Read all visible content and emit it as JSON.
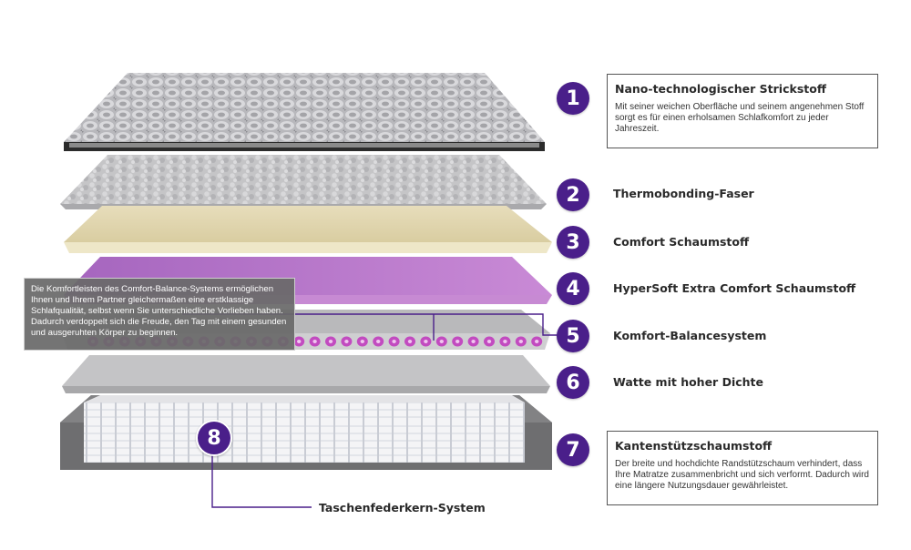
{
  "layers": [
    {
      "number": "1",
      "label": "Nano-technologischer Strickstoff",
      "description": "Mit seiner weichen Oberfläche und seinem angenehmen Stoff sorgt es für einen erholsamen Schlafkomfort zu jeder Jahreszeit."
    },
    {
      "number": "2",
      "label": "Thermobonding-Faser"
    },
    {
      "number": "3",
      "label": "Comfort Schaumstoff"
    },
    {
      "number": "4",
      "label": "HyperSoft Extra Comfort Schaumstoff"
    },
    {
      "number": "5",
      "label": "Komfort-Balancesystem"
    },
    {
      "number": "6",
      "label": "Watte mit hoher Dichte"
    },
    {
      "number": "7",
      "label": "Kantenstützschaumstoff",
      "description": "Der breite und hochdichte Randstützschaum verhindert, dass Ihre Matratze zusammenbricht und sich verformt. Dadurch wird eine längere Nutzungsdauer gewährleistet."
    },
    {
      "number": "8",
      "label": "Taschenfederkern-System"
    }
  ],
  "comfort_note": "Die Komfortleisten des Comfort-Balance-Systems ermöglichen Ihnen und Ihrem Partner gleichermaßen eine erstklassige Schlafqualität, selbst wenn Sie unterschiedliche Vorlieben haben. Dadurch verdoppelt sich die Freude, den Tag mit einem gesunden und ausgeruhten Körper zu beginnen.",
  "colors": {
    "badge": "#4a1f8a",
    "knit_fabric": "#b9b9bd",
    "fiber": "#c9c9c9",
    "comfort_foam": "#e6dcb6",
    "hypersoft_foam": "#b572c6",
    "balance_system": "#bdbdbd",
    "balance_dots": "#c24bc0",
    "wadding": "#c6c6c6",
    "edge_foam": "#6b6b6b",
    "springs": "#f2f2f2"
  }
}
